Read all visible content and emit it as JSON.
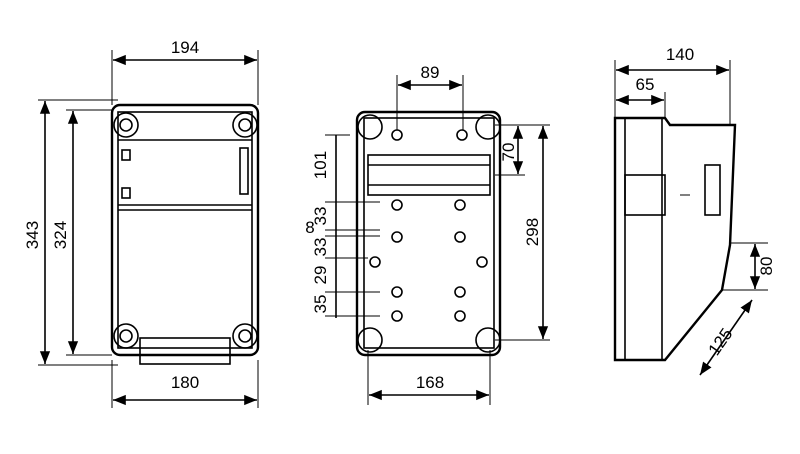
{
  "front_view": {
    "width_outer": "194",
    "height_outer": "343",
    "height_inner": "324",
    "width_mount": "180"
  },
  "mounting_view": {
    "top_spacing": "89",
    "vertical_steps": [
      "101",
      "33",
      "8",
      "33",
      "29",
      "35"
    ],
    "rail_offset": "70",
    "height_mount": "298",
    "width_mount": "168"
  },
  "side_view": {
    "depth": "140",
    "depth_front": "65",
    "slope_height": "80",
    "slope_length": "125"
  }
}
